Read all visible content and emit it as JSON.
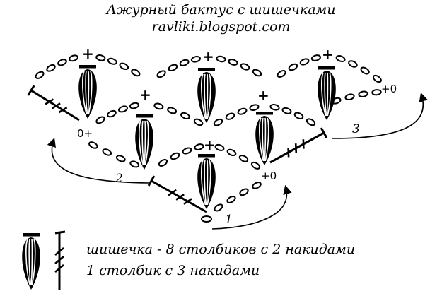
{
  "title_line1": "Ажурный бактус с шишечками",
  "title_line2": "ravliki.blogspot.com",
  "row_numbers": [
    "1",
    "2",
    "3"
  ],
  "legend": {
    "puff": "шишечка - 8 столбиков с 2 накидами",
    "tall_stitch": "1 столбик с 3 накидами"
  },
  "symbols": {
    "plus": "+",
    "zero_plus": "0+",
    "plus_zero": "+0"
  }
}
